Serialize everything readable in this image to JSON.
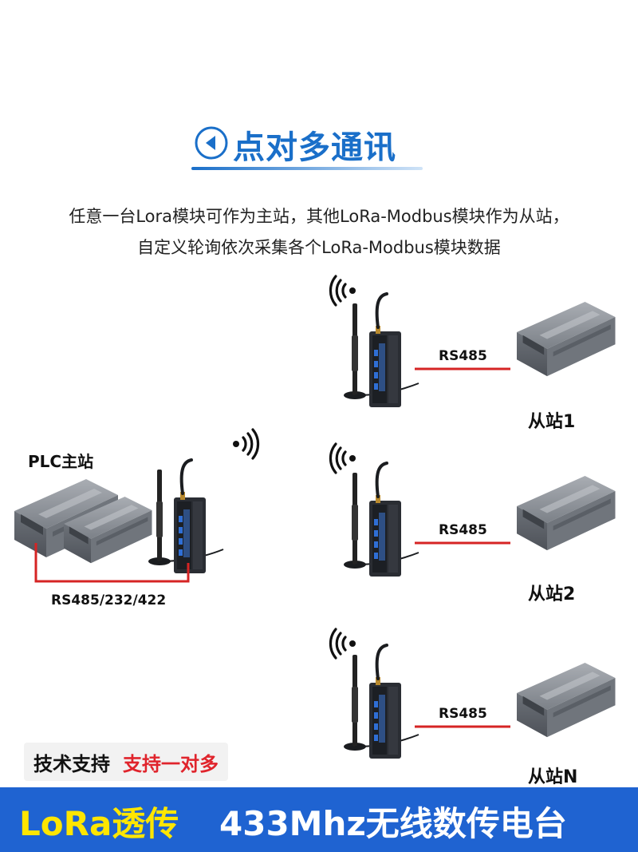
{
  "header": {
    "title": "点对多通讯",
    "desc_line1": "任意一台Lora模块可作为主站，其他LoRa-Modbus模块作为从站，",
    "desc_line2": "自定义轮询依次采集各个LoRa-Modbus模块数据"
  },
  "master": {
    "label": "PLC主站",
    "link_label": "RS485/232/422"
  },
  "slaves": [
    {
      "name": "从站1",
      "link_label": "RS485"
    },
    {
      "name": "从站2",
      "link_label": "RS485"
    },
    {
      "name": "从站N",
      "link_label": "RS485"
    }
  ],
  "footer": {
    "support_label": "技术支持",
    "support_value": "支持一对多",
    "banner_highlight": "LoRa透传",
    "banner_text": "433Mhz无线数传电台"
  },
  "colors": {
    "title_blue": "#1a6fc9",
    "link_red": "#d62424",
    "banner_blue": "#1f63d1",
    "banner_yellow": "#ffe600",
    "support_red": "#e0242c",
    "device_dark": "#2a2d33",
    "led_blue": "#2f6fd6",
    "plc_gray": "#8e939a"
  }
}
